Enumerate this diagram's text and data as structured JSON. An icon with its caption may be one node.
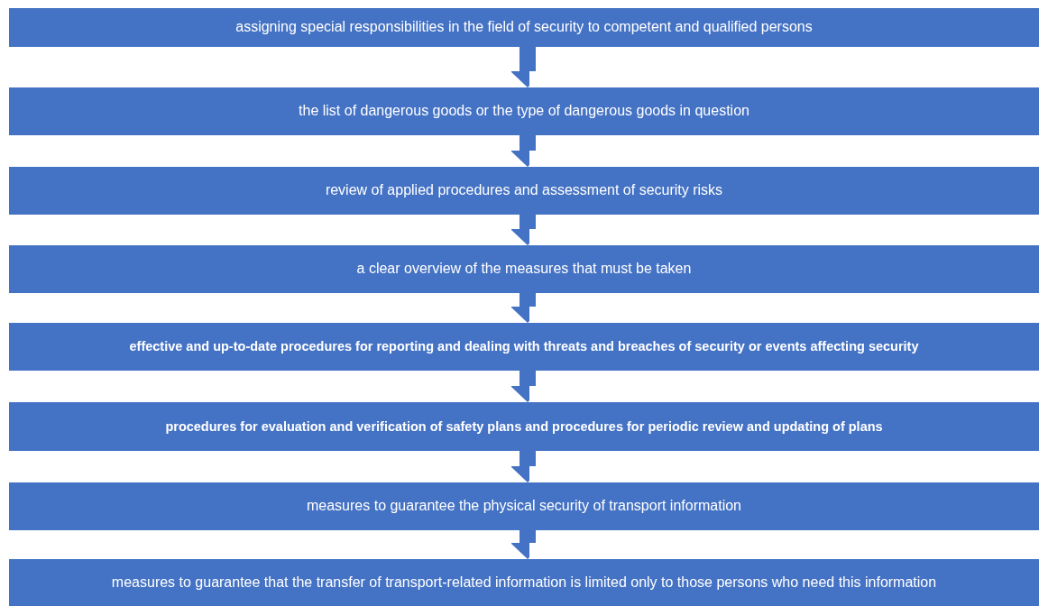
{
  "diagram": {
    "nodes": [
      {
        "text": [
          "assigning special responsibilities in the field of security to competent and qualified persons"
        ]
      },
      {
        "text": [
          "the list of dangerous goods or the type of dangerous goods in question"
        ]
      },
      {
        "text": [
          "review of applied procedures and assessment of security risks"
        ]
      },
      {
        "text": [
          "a clear overview of the measures that must be taken"
        ]
      },
      {
        "text": [
          "effective and up-to-date procedures for reporting and dealing with threats and breaches of security or events affecting security"
        ]
      },
      {
        "text": [
          "procedures for evaluation and verification of safety plans and procedures for periodic review and updating of plans"
        ]
      },
      {
        "text": [
          "measures to guarantee the physical security of transport information"
        ]
      },
      {
        "text": [
          "measures to guarantee that the transfer of transport-related information is limited only to those persons who need this information"
        ]
      }
    ],
    "edges": [
      {
        "from": 0,
        "to": 1,
        "arrow": "to"
      },
      {
        "from": 1,
        "to": 2,
        "arrow": "to"
      },
      {
        "from": 2,
        "to": 3,
        "arrow": "to"
      },
      {
        "from": 3,
        "to": 4,
        "arrow": "to"
      },
      {
        "from": 4,
        "to": 5,
        "arrow": "to"
      },
      {
        "from": 5,
        "to": 6,
        "arrow": "to"
      },
      {
        "from": 6,
        "to": 7,
        "arrow": "to"
      }
    ]
  }
}
